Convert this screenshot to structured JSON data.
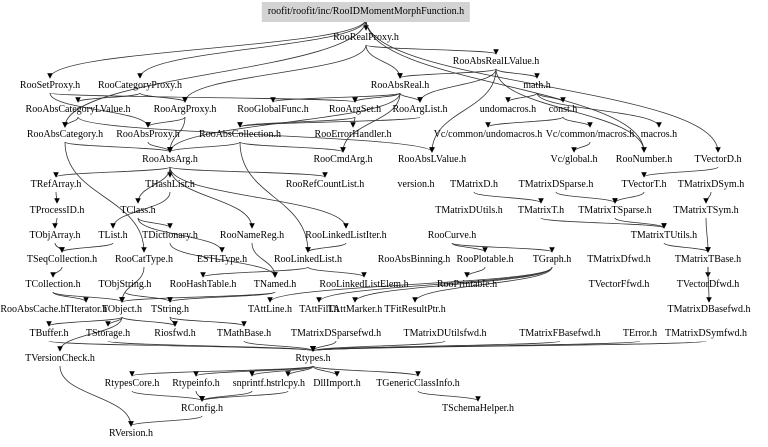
{
  "root": "roofit/roofit/inc/RooIDMomentMorphFunction.h",
  "nodes": [
    "RooRealProxy.h",
    "RooAbsRealLValue.h",
    "RooSetProxy.h",
    "RooCategoryProxy.h",
    "RooAbsReal.h",
    "math.h",
    "RooAbsCategoryLValue.h",
    "RooArgProxy.h",
    "RooGlobalFunc.h",
    "RooArgSet.h",
    "RooArgList.h",
    "undomacros.h",
    "const.h",
    "RooAbsCategory.h",
    "RooAbsProxy.h",
    "RooAbsCollection.h",
    "RooErrorHandler.h",
    "Vc/common/undomacros.h",
    "Vc/common/macros.h",
    "macros.h",
    "RooAbsArg.h",
    "RooCmdArg.h",
    "RooAbsLValue.h",
    "Vc/global.h",
    "RooNumber.h",
    "TVectorD.h",
    "TRefArray.h",
    "THashList.h",
    "RooRefCountList.h",
    "version.h",
    "TMatrixD.h",
    "TMatrixDSparse.h",
    "TVectorT.h",
    "TMatrixDSym.h",
    "TProcessID.h",
    "TClass.h",
    "TMatrixDUtils.h",
    "TMatrixT.h",
    "TMatrixTSparse.h",
    "TMatrixTSym.h",
    "TObjArray.h",
    "TList.h",
    "TDictionary.h",
    "RooNameReg.h",
    "RooLinkedListIter.h",
    "RooCurve.h",
    "TMatrixTUtils.h",
    "TSeqCollection.h",
    "RooCatType.h",
    "ESTLType.h",
    "RooLinkedList.h",
    "RooAbsBinning.h",
    "RooPlotable.h",
    "TGraph.h",
    "TMatrixDfwd.h",
    "TMatrixTBase.h",
    "TCollection.h",
    "TObjString.h",
    "RooHashTable.h",
    "TNamed.h",
    "RooLinkedListElem.h",
    "RooPrintable.h",
    "TVectorFfwd.h",
    "TVectorDfwd.h",
    "RooAbsCache.h",
    "TIterator.h",
    "TObject.h",
    "TString.h",
    "TAttLine.h",
    "TAttFill.h",
    "TAttMarker.h",
    "TFitResultPtr.h",
    "TMatrixDBasefwd.h",
    "TBuffer.h",
    "TStorage.h",
    "Riosfwd.h",
    "TMathBase.h",
    "TMatrixDSparsefwd.h",
    "TMatrixDUtilsfwd.h",
    "TMatrixFBasefwd.h",
    "TError.h",
    "TMatrixDSymfwd.h",
    "TVersionCheck.h",
    "Rtypes.h",
    "RtypesCore.h",
    "Rtypeinfo.h",
    "snprintf.h",
    "strlcpy.h",
    "DllImport.h",
    "TGenericClassInfo.h",
    "RConfig.h",
    "TSchemaHelper.h",
    "RVersion.h"
  ],
  "edges": [
    [
      "root",
      "RooRealProxy.h"
    ],
    [
      "root",
      "RooSetProxy.h"
    ],
    [
      "root",
      "RooCategoryProxy.h"
    ],
    [
      "root",
      "RooAbsCategory.h"
    ],
    [
      "root",
      "TVectorD.h"
    ],
    [
      "root",
      "RooNumber.h"
    ],
    [
      "RooRealProxy.h",
      "RooAbsRealLValue.h"
    ],
    [
      "RooRealProxy.h",
      "RooAbsReal.h"
    ],
    [
      "RooRealProxy.h",
      "RooArgProxy.h"
    ],
    [
      "RooAbsRealLValue.h",
      "RooAbsReal.h"
    ],
    [
      "RooAbsRealLValue.h",
      "RooArgList.h"
    ],
    [
      "RooAbsRealLValue.h",
      "math.h"
    ],
    [
      "RooAbsRealLValue.h",
      "RooNumber.h"
    ],
    [
      "RooAbsRealLValue.h",
      "RooAbsLValue.h"
    ],
    [
      "RooSetProxy.h",
      "RooAbsProxy.h"
    ],
    [
      "RooSetProxy.h",
      "RooArgSet.h"
    ],
    [
      "RooCategoryProxy.h",
      "RooAbsCategoryLValue.h"
    ],
    [
      "RooCategoryProxy.h",
      "RooArgProxy.h"
    ],
    [
      "RooAbsReal.h",
      "RooArgSet.h"
    ],
    [
      "RooAbsReal.h",
      "RooGlobalFunc.h"
    ],
    [
      "RooAbsReal.h",
      "RooArgList.h"
    ],
    [
      "RooAbsReal.h",
      "RooAbsArg.h"
    ],
    [
      "RooAbsReal.h",
      "RooCmdArg.h"
    ],
    [
      "math.h",
      "undomacros.h"
    ],
    [
      "math.h",
      "const.h"
    ],
    [
      "math.h",
      "macros.h"
    ],
    [
      "const.h",
      "Vc/common/undomacros.h"
    ],
    [
      "const.h",
      "Vc/common/macros.h"
    ],
    [
      "Vc/common/macros.h",
      "Vc/global.h"
    ],
    [
      "RooAbsCategoryLValue.h",
      "RooAbsCategory.h"
    ],
    [
      "RooAbsCategoryLValue.h",
      "RooAbsLValue.h"
    ],
    [
      "RooArgProxy.h",
      "RooAbsProxy.h"
    ],
    [
      "RooArgProxy.h",
      "RooAbsArg.h"
    ],
    [
      "RooArgSet.h",
      "RooAbsCollection.h"
    ],
    [
      "RooArgSet.h",
      "RooErrorHandler.h"
    ],
    [
      "RooArgList.h",
      "RooAbsCollection.h"
    ],
    [
      "RooAbsCategory.h",
      "RooAbsArg.h"
    ],
    [
      "RooAbsCategory.h",
      "RooCatType.h"
    ],
    [
      "RooAbsProxy.h",
      "RooAbsArg.h"
    ],
    [
      "RooAbsCollection.h",
      "RooAbsArg.h"
    ],
    [
      "RooAbsCollection.h",
      "RooCmdArg.h"
    ],
    [
      "RooAbsCollection.h",
      "RooLinkedList.h"
    ],
    [
      "RooAbsArg.h",
      "TRefArray.h"
    ],
    [
      "RooAbsArg.h",
      "THashList.h"
    ],
    [
      "RooAbsArg.h",
      "RooRefCountList.h"
    ],
    [
      "RooAbsArg.h",
      "RooLinkedListIter.h"
    ],
    [
      "RooAbsArg.h",
      "RooNameReg.h"
    ],
    [
      "RooAbsArg.h",
      "TClass.h"
    ],
    [
      "TRefArray.h",
      "TProcessID.h"
    ],
    [
      "TProcessID.h",
      "TObjArray.h"
    ],
    [
      "TObjArray.h",
      "TSeqCollection.h"
    ],
    [
      "THashList.h",
      "TList.h"
    ],
    [
      "TClass.h",
      "TDictionary.h"
    ],
    [
      "TClass.h",
      "ESTLType.h"
    ],
    [
      "TList.h",
      "TSeqCollection.h"
    ],
    [
      "TSeqCollection.h",
      "TCollection.h"
    ],
    [
      "TCollection.h",
      "TIterator.h"
    ],
    [
      "TCollection.h",
      "TObject.h"
    ],
    [
      "TDictionary.h",
      "TNamed.h"
    ],
    [
      "RooNameReg.h",
      "TNamed.h"
    ],
    [
      "RooLinkedListIter.h",
      "RooLinkedList.h"
    ],
    [
      "RooLinkedList.h",
      "RooLinkedListElem.h"
    ],
    [
      "RooLinkedList.h",
      "RooHashTable.h"
    ],
    [
      "RooCatType.h",
      "TObject.h"
    ],
    [
      "TNamed.h",
      "TString.h"
    ],
    [
      "TNamed.h",
      "TObject.h"
    ],
    [
      "TObjString.h",
      "TString.h"
    ],
    [
      "RooCurve.h",
      "TGraph.h"
    ],
    [
      "RooCurve.h",
      "RooPlotable.h"
    ],
    [
      "RooPlotable.h",
      "RooPrintable.h"
    ],
    [
      "TGraph.h",
      "TAttLine.h"
    ],
    [
      "TGraph.h",
      "TAttFill.h"
    ],
    [
      "TGraph.h",
      "TAttMarker.h"
    ],
    [
      "TGraph.h",
      "TFitResultPtr.h"
    ],
    [
      "TVectorD.h",
      "TVectorT.h"
    ],
    [
      "TVectorT.h",
      "TMatrixTSparse.h"
    ],
    [
      "TMatrixDSym.h",
      "TMatrixTSym.h"
    ],
    [
      "TMatrixD.h",
      "TMatrixT.h"
    ],
    [
      "TMatrixDSparse.h",
      "TMatrixTSparse.h"
    ],
    [
      "TMatrixT.h",
      "TMatrixTUtils.h"
    ],
    [
      "TMatrixTSparse.h",
      "TMatrixTUtils.h"
    ],
    [
      "TMatrixTSym.h",
      "TMatrixTBase.h"
    ],
    [
      "TMatrixTUtils.h",
      "TMatrixTBase.h"
    ],
    [
      "TMatrixTBase.h",
      "TVectorDfwd.h"
    ],
    [
      "TMatrixTBase.h",
      "TMatrixDBasefwd.h"
    ],
    [
      "TObject.h",
      "Riosfwd.h"
    ],
    [
      "TObject.h",
      "TStorage.h"
    ],
    [
      "TObject.h",
      "TBuffer.h"
    ],
    [
      "TString.h",
      "Riosfwd.h"
    ],
    [
      "TString.h",
      "TMathBase.h"
    ],
    [
      "TObject.h",
      "TVersionCheck.h"
    ],
    [
      "TVersionCheck.h",
      "RVersion.h"
    ],
    [
      "TBuffer.h",
      "Rtypes.h"
    ],
    [
      "TStorage.h",
      "Rtypes.h"
    ],
    [
      "TMathBase.h",
      "Rtypes.h"
    ],
    [
      "TMatrixDSparsefwd.h",
      "Rtypes.h"
    ],
    [
      "TMatrixDUtilsfwd.h",
      "Rtypes.h"
    ],
    [
      "TMatrixFBasefwd.h",
      "Rtypes.h"
    ],
    [
      "TError.h",
      "Rtypes.h"
    ],
    [
      "TMatrixDSymfwd.h",
      "Rtypes.h"
    ],
    [
      "Rtypes.h",
      "RtypesCore.h"
    ],
    [
      "Rtypes.h",
      "Rtypeinfo.h"
    ],
    [
      "Rtypes.h",
      "snprintf.h"
    ],
    [
      "Rtypes.h",
      "strlcpy.h"
    ],
    [
      "Rtypes.h",
      "DllImport.h"
    ],
    [
      "Rtypes.h",
      "TGenericClassInfo.h"
    ],
    [
      "RtypesCore.h",
      "RConfig.h"
    ],
    [
      "Rtypeinfo.h",
      "RConfig.h"
    ],
    [
      "snprintf.h",
      "RConfig.h"
    ],
    [
      "strlcpy.h",
      "RConfig.h"
    ],
    [
      "RConfig.h",
      "RVersion.h"
    ],
    [
      "TGenericClassInfo.h",
      "TSchemaHelper.h"
    ]
  ]
}
